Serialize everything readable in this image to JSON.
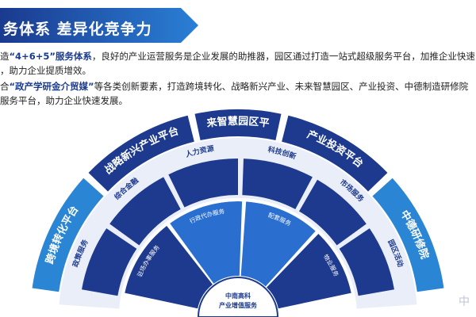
{
  "header": {
    "title": "务体系  差异化竞争力"
  },
  "intro": {
    "line1_a": "造",
    "line1_hl": "“4+6+5”服务体系",
    "line1_b": "，良好的产业运营服务是企业发展的助推器，园区通过打造一站式超级服务平台，加推企业快速",
    "line2": "，助力企业提质增效。",
    "line3_a": "合",
    "line3_hl": "“政产学研金介贸媒”",
    "line3_b": "等各类创新要素，打造跨境转化、战略新兴产业、未来智慧园区、产业投资、中德制造研修院",
    "line4": "服务平台，助力企业快速发展。"
  },
  "diagram": {
    "outer_ring": [
      {
        "label": "跨境转化平台"
      },
      {
        "label": "战略新兴产业平台"
      },
      {
        "label": "未来智慧园区平台"
      },
      {
        "label": "产业投资平台"
      },
      {
        "label": "中德研修院"
      }
    ],
    "middle_ring": [
      {
        "label": "政策服务"
      },
      {
        "label": "综合金融"
      },
      {
        "label": "人力资源"
      },
      {
        "label": "科技创新"
      },
      {
        "label": "市场服务"
      },
      {
        "label": "园区活动"
      }
    ],
    "inner_ring": [
      {
        "label": "驻场办事服务"
      },
      {
        "label": "行政代办服务"
      },
      {
        "label": "配套服务"
      },
      {
        "label": "物业服务"
      }
    ],
    "center": {
      "line1": "中南高科",
      "line2": "产业增值服务"
    },
    "colors": {
      "outer_dark": "#1d3a8f",
      "outer_light": "#2a86d4",
      "middle": "#e9eef8",
      "inner_blue": "#2a6fd0",
      "inner_dark": "#1d3a8f"
    }
  },
  "corner_mark": "中"
}
